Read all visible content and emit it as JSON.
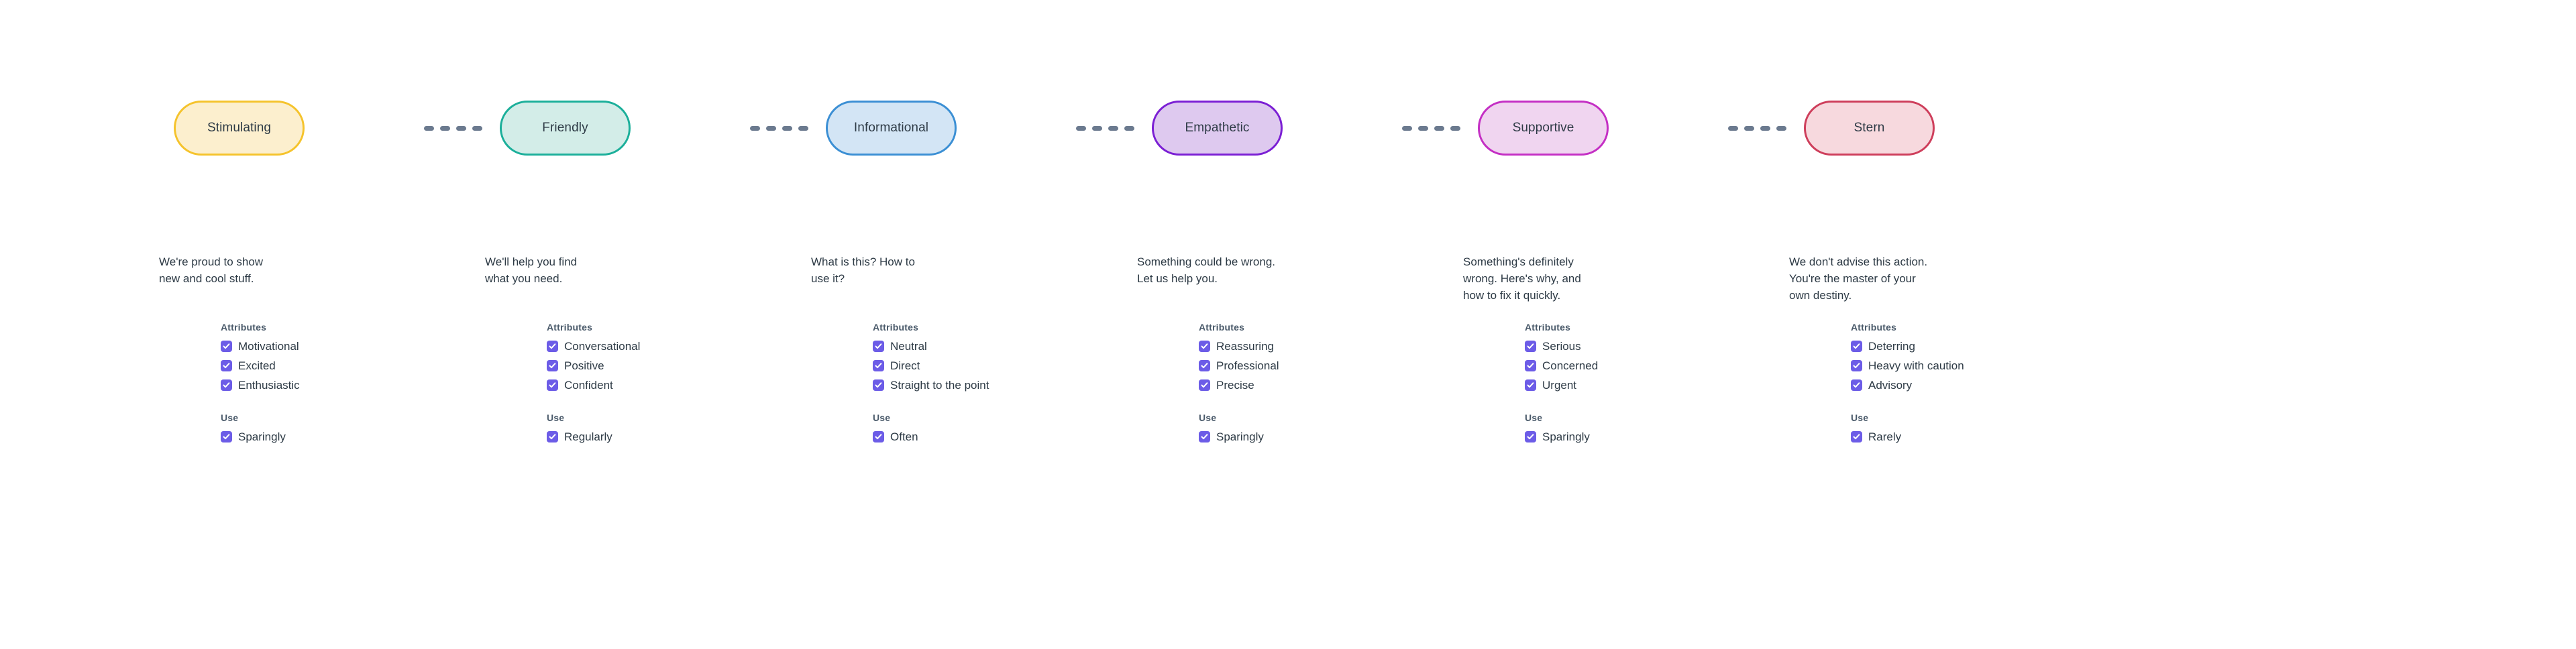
{
  "diagram": {
    "title_sequence": [
      "Stimulating",
      "Friendly",
      "Informational",
      "Empathetic",
      "Supportive",
      "Stern"
    ],
    "connector_icon": "dashed-line-icon",
    "connector_dash_count": 4,
    "checkbox_icon": "checkmark-icon",
    "group_labels": {
      "attributes": "Attributes",
      "use": "Use"
    },
    "colors": {
      "text": "#2d3a45",
      "group_title": "#4a5a6a",
      "checkbox": "#6c5ce7",
      "connector": "#6b7a8f",
      "background": "#ffffff"
    }
  },
  "tones": [
    {
      "name": "Stimulating",
      "border_color": "#f5c32c",
      "fill_color": "#fcefce",
      "description": "We're proud to show\nnew and cool stuff.",
      "attributes_label": "Attributes",
      "attributes": [
        "Motivational",
        "Excited",
        "Enthusiastic"
      ],
      "use_label": "Use",
      "use": [
        "Sparingly"
      ]
    },
    {
      "name": "Friendly",
      "border_color": "#1baf9a",
      "fill_color": "#d3ede8",
      "description": "We'll help you find\nwhat you need.",
      "attributes_label": "Attributes",
      "attributes": [
        "Conversational",
        "Positive",
        "Confident"
      ],
      "use_label": "Use",
      "use": [
        "Regularly"
      ]
    },
    {
      "name": "Informational",
      "border_color": "#3b8fd4",
      "fill_color": "#d3e5f5",
      "description": "What is this? How to\nuse it?",
      "attributes_label": "Attributes",
      "attributes": [
        "Neutral",
        "Direct",
        "Straight to the point"
      ],
      "use_label": "Use",
      "use": [
        "Often"
      ]
    },
    {
      "name": "Empathetic",
      "border_color": "#7b1fd4",
      "fill_color": "#dec9ef",
      "description": "Something could be wrong.\nLet us help you.",
      "attributes_label": "Attributes",
      "attributes": [
        "Reassuring",
        "Professional",
        "Precise"
      ],
      "use_label": "Use",
      "use": [
        "Sparingly"
      ]
    },
    {
      "name": "Supportive",
      "border_color": "#c42fc4",
      "fill_color": "#f0d5f0",
      "description": "Something's definitely\nwrong. Here's why, and\nhow to fix it quickly.",
      "attributes_label": "Attributes",
      "attributes": [
        "Serious",
        "Concerned",
        "Urgent"
      ],
      "use_label": "Use",
      "use": [
        "Sparingly"
      ]
    },
    {
      "name": "Stern",
      "border_color": "#ce3e5b",
      "fill_color": "#f7d9de",
      "description": "We don't advise this action.\nYou're the master of your\nown destiny.",
      "attributes_label": "Attributes",
      "attributes": [
        "Deterring",
        "Heavy with caution",
        "Advisory"
      ],
      "use_label": "Use",
      "use": [
        "Rarely"
      ]
    }
  ]
}
